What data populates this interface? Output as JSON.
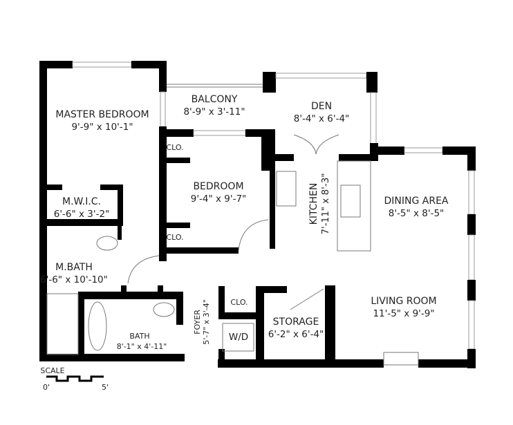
{
  "rooms": {
    "master_bedroom": {
      "name": "MASTER BEDROOM",
      "size": "9'-9\" x 10'-1\""
    },
    "balcony": {
      "name": "BALCONY",
      "size": "8'-9\" x 3'-11\""
    },
    "den": {
      "name": "DEN",
      "size": "8'-4\" x 6'-4\""
    },
    "bedroom": {
      "name": "BEDROOM",
      "size": "9'-4\" x 9'-7\""
    },
    "kitchen": {
      "name": "KITCHEN",
      "size": "7'-11\" x 8'-3\""
    },
    "dining_area": {
      "name": "DINING AREA",
      "size": "8'-5\" x 8'-5\""
    },
    "mwic": {
      "name": "M.W.I.C.",
      "size": "6'-6\" x 3'-2\""
    },
    "master_bath": {
      "name": "M.BATH",
      "size": "6'-6\" x 10'-10\""
    },
    "bath": {
      "name": "BATH",
      "size": "8'-1\" x 4'-11\""
    },
    "foyer": {
      "name": "FOYER",
      "size": "5'-7\" x 3'-4\""
    },
    "storage": {
      "name": "STORAGE",
      "size": "6'-2\" x 6'-4\""
    },
    "living_room": {
      "name": "LIVING ROOM",
      "size": "11'-5\" x 9'-9\""
    }
  },
  "closets": {
    "bedroom_top": "CLO.",
    "bedroom_bottom": "CLO.",
    "foyer": "CLO."
  },
  "appliances": {
    "washer_dryer": "W/D"
  },
  "scale": {
    "title": "SCALE",
    "start": "0'",
    "end": "5'"
  }
}
